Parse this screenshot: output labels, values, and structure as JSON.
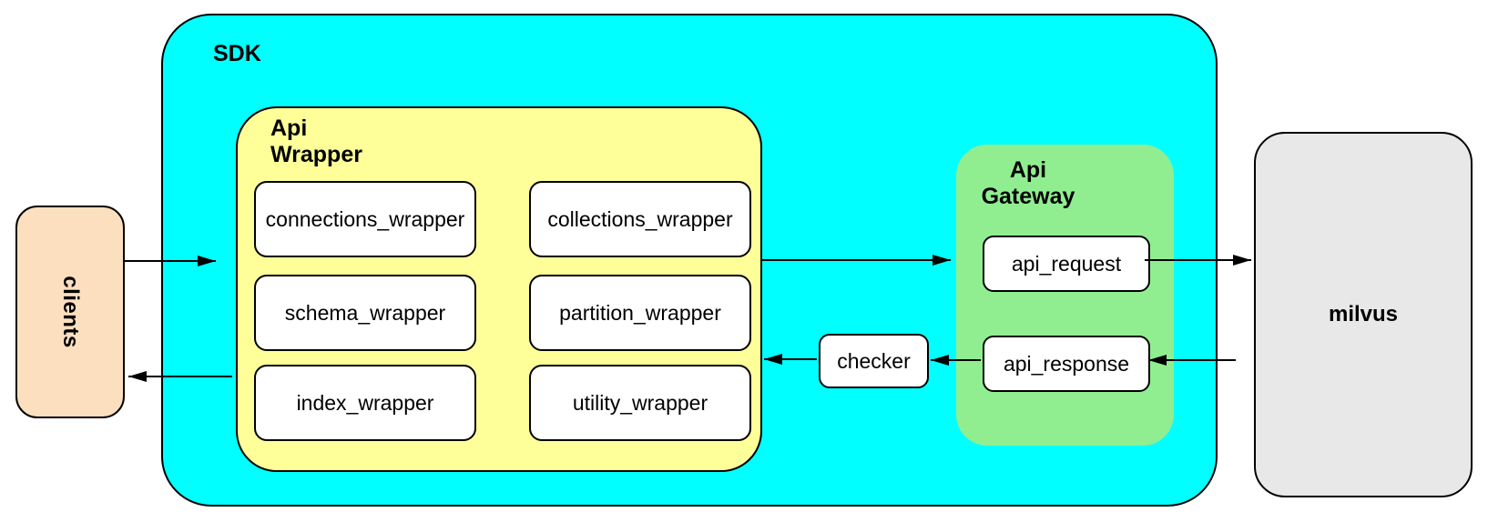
{
  "nodes": {
    "clients": {
      "label": "clients"
    },
    "sdk": {
      "label": "SDK"
    },
    "api_wrapper": {
      "label": "Api\nWrapper",
      "modules": [
        {
          "label": "connections_wrapper"
        },
        {
          "label": "collections_wrapper"
        },
        {
          "label": "schema_wrapper"
        },
        {
          "label": "partition_wrapper"
        },
        {
          "label": "index_wrapper"
        },
        {
          "label": "utility_wrapper"
        }
      ]
    },
    "checker": {
      "label": "checker"
    },
    "api_gateway": {
      "label": "Api\nGateway",
      "request": {
        "label": "api_request"
      },
      "response": {
        "label": "api_response"
      }
    },
    "milvus": {
      "label": "milvus"
    }
  },
  "edges": [
    {
      "from": "clients",
      "to": "sdk"
    },
    {
      "from": "sdk",
      "to": "clients"
    },
    {
      "from": "api_wrapper",
      "to": "api_gateway"
    },
    {
      "from": "api_request",
      "to": "milvus"
    },
    {
      "from": "milvus",
      "to": "api_response"
    },
    {
      "from": "api_response",
      "to": "checker"
    },
    {
      "from": "checker",
      "to": "api_wrapper"
    }
  ],
  "colors": {
    "stroke": "#000000",
    "sdk_fill": "#00ffff",
    "api_wrapper_fill": "#ffff99",
    "api_gateway_fill": "#90ee90",
    "clients_fill": "#fcdfbe",
    "milvus_fill": "#e8e8e8",
    "module_fill": "#ffffff"
  }
}
